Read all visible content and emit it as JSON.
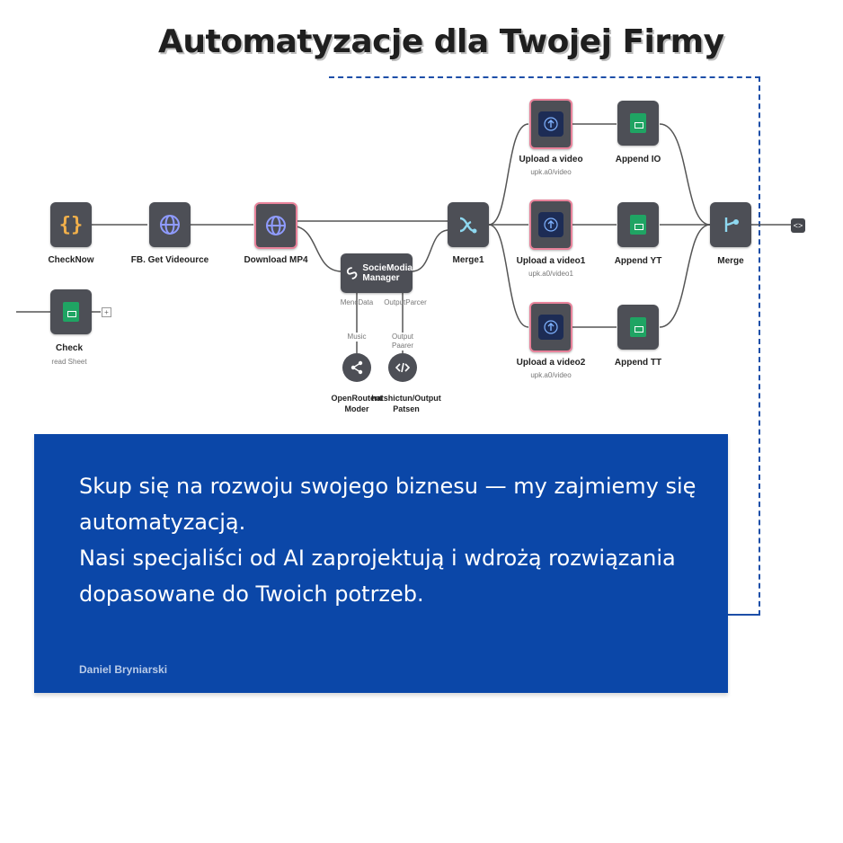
{
  "title": "Automatyzacje dla Twojej Firmy",
  "workflow": {
    "nodes": {
      "checknow": {
        "label": "CheckNow"
      },
      "fb": {
        "label": "FB. Get Videource"
      },
      "download": {
        "label": "Download MP4"
      },
      "manager": {
        "label_line1": "SocieModia",
        "label_line2": "Manager"
      },
      "merge1": {
        "label": "Merge1"
      },
      "upload0": {
        "label": "Upload a video",
        "sub": "upk.a0/video"
      },
      "upload1": {
        "label": "Upload a video1",
        "sub": "upk.a0/video1"
      },
      "upload2": {
        "label": "Upload a video2",
        "sub": "upk.a0/video"
      },
      "append_io": {
        "label": "Append IO"
      },
      "append_yt": {
        "label": "Append YT"
      },
      "append_tt": {
        "label": "Append TT"
      },
      "merge": {
        "label": "Merge"
      },
      "check": {
        "label": "Check",
        "sub": "read Sheet"
      },
      "openrouter": {
        "label_line1": "OpenRoutent",
        "label_line2": "Moder"
      },
      "parser": {
        "label_line1": "hatshictun/Output",
        "label_line2": "Patsen"
      }
    },
    "ports": {
      "mencdata": "MencData",
      "outputparcer": "OutputParcer",
      "music": "Music",
      "output_line1": "Output",
      "output_line2": "Paarer"
    },
    "end_marker": "<>",
    "add_marker": "+"
  },
  "message": "Skup się na rozwoju swojego biznesu — my zajmiemy się automatyzacją.\n Nasi specjaliści od AI zaprojektują i wdrożą rozwiązania dopasowane do Twoich potrzeb.",
  "author": "Daniel Bryniarski",
  "colors": {
    "accent_blue": "#0b47a8",
    "node_bg": "#4d4f56",
    "sheet_green": "#1fa463",
    "highlight_red": "#e8829a"
  },
  "icons": [
    "curly-braces-icon",
    "globe-icon",
    "merge-icon",
    "upload-icon",
    "sheet-icon",
    "branch-icon",
    "share-icon",
    "code-icon"
  ]
}
